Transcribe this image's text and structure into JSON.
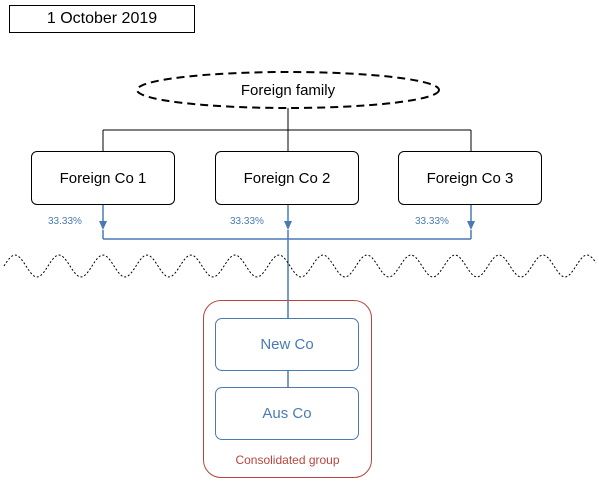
{
  "date": "1 October 2019",
  "family": {
    "label": "Foreign family",
    "border": "dashed"
  },
  "companies": [
    {
      "label": "Foreign Co 1",
      "ownership": "33.33%"
    },
    {
      "label": "Foreign Co 2",
      "ownership": "33.33%"
    },
    {
      "label": "Foreign Co 3",
      "ownership": "33.33%"
    }
  ],
  "group": {
    "label": "Consolidated group",
    "entities": [
      {
        "label": "New Co"
      },
      {
        "label": "Aus Co"
      }
    ]
  },
  "colors": {
    "ownership_lines": "#4a7ab5",
    "group_border": "#b8433e",
    "structure_lines": "#000000"
  }
}
